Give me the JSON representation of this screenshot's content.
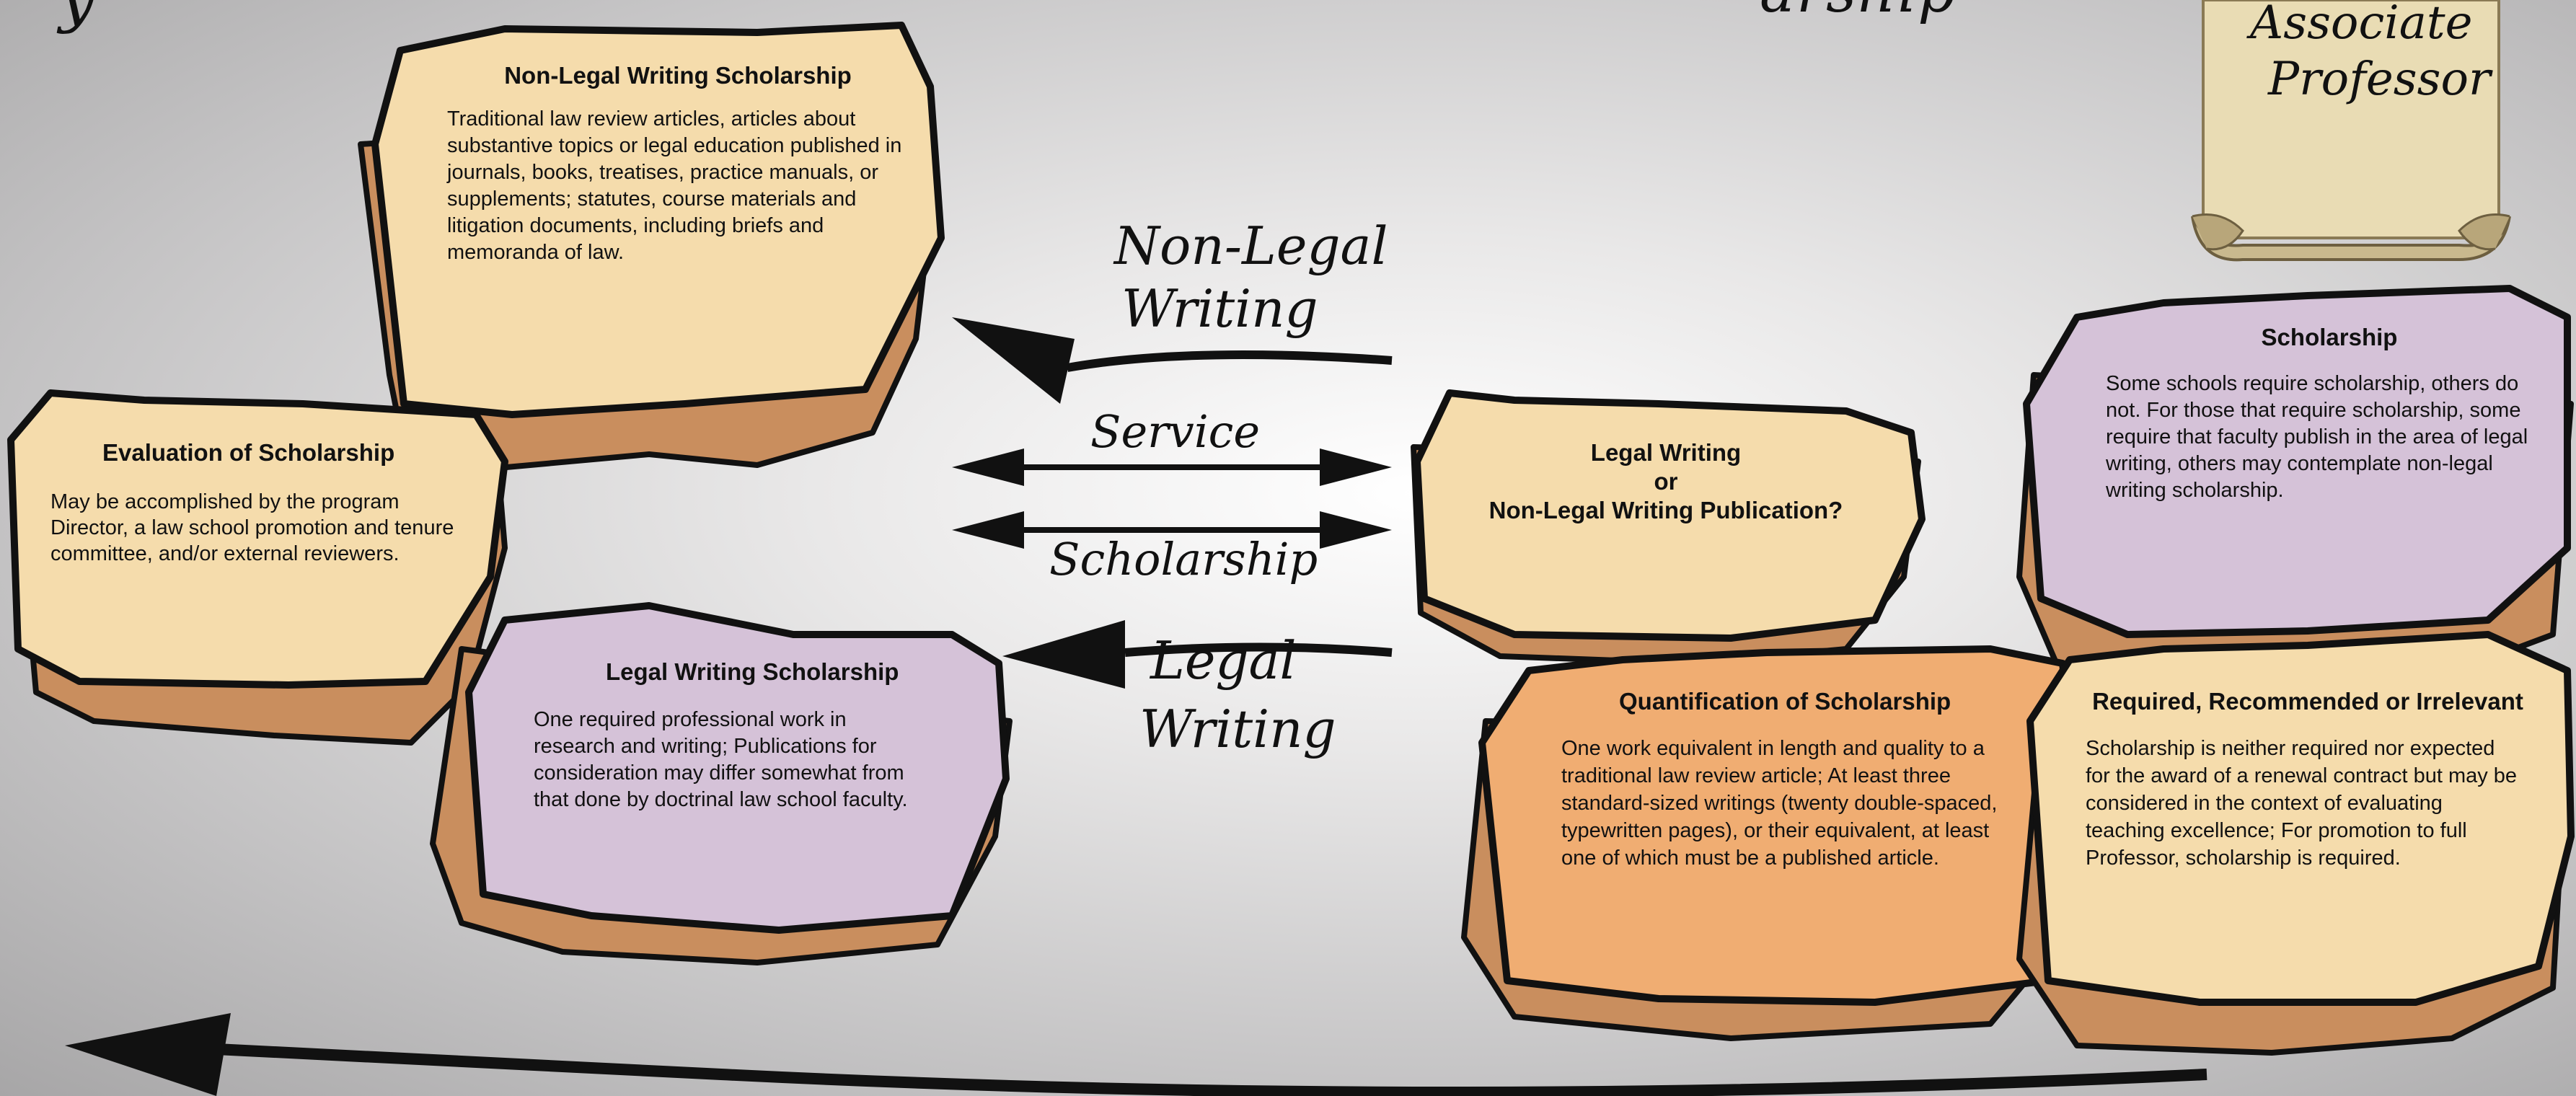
{
  "header": {
    "fragment_left": "y",
    "fragment_center": "arship",
    "scroll_label_line1": "Associate",
    "scroll_label_line2": "Professor"
  },
  "cards": {
    "non_legal_writing_scholarship": {
      "title": "Non-Legal Writing Scholarship",
      "body": "Traditional law review articles, articles about substantive topics or legal education published in journals, books, treatises, practice manuals, or supplements; statutes, course materials and litigation documents, including briefs and memoranda of law."
    },
    "evaluation_of_scholarship": {
      "title": "Evaluation of Scholarship",
      "body": "May be accomplished by the program Director, a law school promotion and tenure committee, and/or external reviewers."
    },
    "legal_writing_scholarship": {
      "title": "Legal Writing Scholarship",
      "body": "One required professional work in research and writing; Publications for consideration may differ somewhat from that done by doctrinal law school faculty."
    },
    "legal_or_non_legal_publication": {
      "title_line1": "Legal Writing",
      "title_line2": "or",
      "title_line3": "Non-Legal Writing Publication?"
    },
    "scholarship": {
      "title": "Scholarship",
      "body": "Some schools require scholarship, others do not.  For those that require scholarship, some require that faculty publish in the area of legal writing, others may contemplate non-legal writing scholarship."
    },
    "quantification_of_scholarship": {
      "title": "Quantification of Scholarship",
      "body": "One work equivalent in length and quality to a traditional law review article; At least three standard-sized writings (twenty double-spaced, typewritten pages), or their equivalent, at least one of which must be a published article."
    },
    "required_recommended_irrelevant": {
      "title": "Required, Recommended or Irrelevant",
      "body": "Scholarship is neither required nor expected for the award of a renewal contract but may be considered in the context of evaluating teaching excellence;  For promotion to full Professor, scholarship is required."
    }
  },
  "arrows": {
    "non_legal_line1": "Non-Legal",
    "non_legal_line2": "Writing",
    "service": "Service",
    "scholarship": "Scholarship",
    "legal_line1": "Legal",
    "legal_line2": "Writing"
  },
  "colors": {
    "tan": "#f5dcac",
    "purple": "#d5c2d8",
    "orange": "#f0ad72",
    "rock_edge": "#c98e5e",
    "outline": "#111111"
  }
}
